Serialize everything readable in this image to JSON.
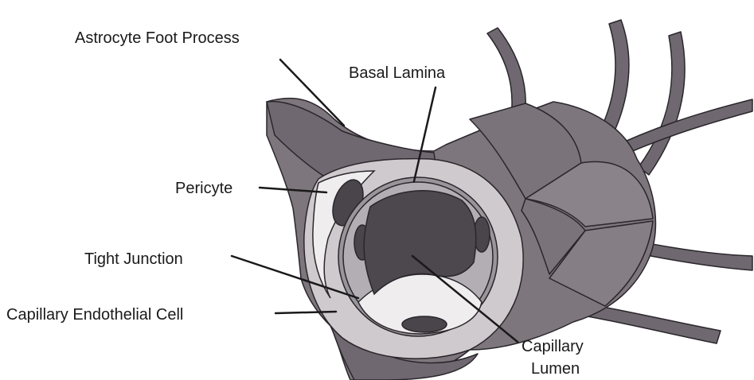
{
  "labels": {
    "astrocyte_foot_process": "Astrocyte Foot Process",
    "basal_lamina": "Basal Lamina",
    "pericyte": "Pericyte",
    "tight_junction": "Tight Junction",
    "capillary_endothelial_cell": "Capillary Endothelial Cell",
    "capillary_lumen_line1": "Capillary",
    "capillary_lumen_line2": "Lumen"
  },
  "colors": {
    "background": "#ffffff",
    "astrocyte_dark": "#6f6870",
    "astrocyte_mid": "#7d767d",
    "astrocyte_light": "#8a838a",
    "basal_lamina": "#cfcacd",
    "endothelium": "#9a949b",
    "lumen": "#4d474e",
    "cell_interior": "#efedee",
    "nucleus": "#4a444b",
    "outline": "#2a262b",
    "leader_line": "#1a1a1a"
  }
}
